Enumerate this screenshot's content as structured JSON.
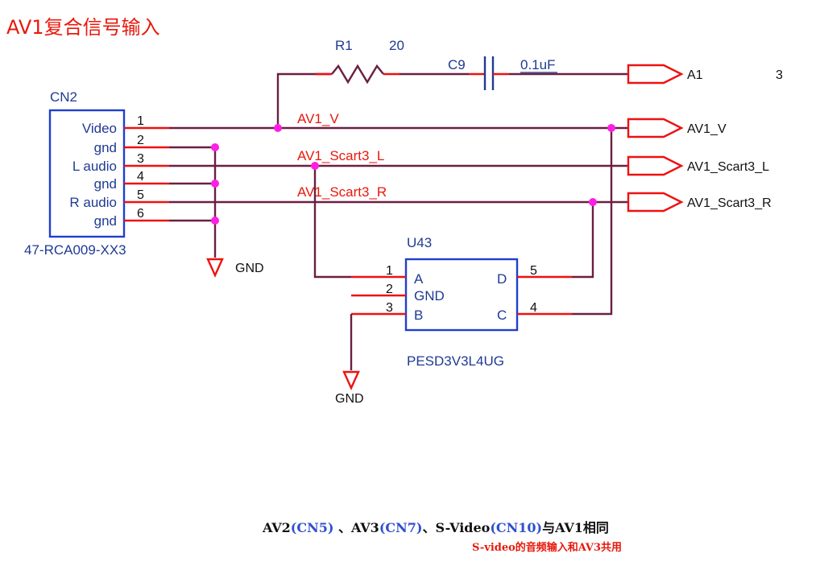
{
  "title": "AV1复合信号输入",
  "resistor": {
    "ref": "R1",
    "value": "20"
  },
  "capacitor": {
    "ref": "C9",
    "value": "0.1uF"
  },
  "connector": {
    "ref": "CN2",
    "part": "47-RCA009-XX3",
    "pins": [
      {
        "num": "1",
        "name": "Video"
      },
      {
        "num": "2",
        "name": "gnd"
      },
      {
        "num": "3",
        "name": "L audio"
      },
      {
        "num": "4",
        "name": "gnd"
      },
      {
        "num": "5",
        "name": "R audio"
      },
      {
        "num": "6",
        "name": "gnd"
      }
    ],
    "gnd_label": "GND"
  },
  "nets": {
    "video": "AV1_V",
    "left": "AV1_Scart3_L",
    "right": "AV1_Scart3_R"
  },
  "ports": [
    {
      "label": "A1",
      "extra": "3"
    },
    {
      "label": "AV1_V"
    },
    {
      "label": "AV1_Scart3_L"
    },
    {
      "label": "AV1_Scart3_R"
    }
  ],
  "tvs": {
    "ref": "U43",
    "part": "PESD3V3L4UG",
    "pins": {
      "a": "A",
      "gnd": "GND",
      "b": "B",
      "d": "D",
      "c": "C"
    },
    "pin_numbers": {
      "a": "1",
      "gnd": "2",
      "b": "3",
      "d": "5",
      "c": "4"
    },
    "gnd_label": "GND"
  },
  "footnote": {
    "parts": [
      {
        "text": "AV2",
        "color": "#111111"
      },
      {
        "text": "(CN5)",
        "color": "#2f4fd0"
      },
      {
        "text": " 、AV3",
        "color": "#111111"
      },
      {
        "text": "(CN7)",
        "color": "#2f4fd0"
      },
      {
        "text": "、S-Video",
        "color": "#111111"
      },
      {
        "text": "(CN10)",
        "color": "#2f4fd0"
      },
      {
        "text": "与AV1相同",
        "color": "#111111"
      }
    ],
    "sub": "S-video的音频输入和AV3共用"
  },
  "colors": {
    "wire": "#6b1f42",
    "pin": "#ee1111",
    "body": "#1f3a93",
    "junction": "#ff1ee6",
    "title": "#e8180c"
  }
}
